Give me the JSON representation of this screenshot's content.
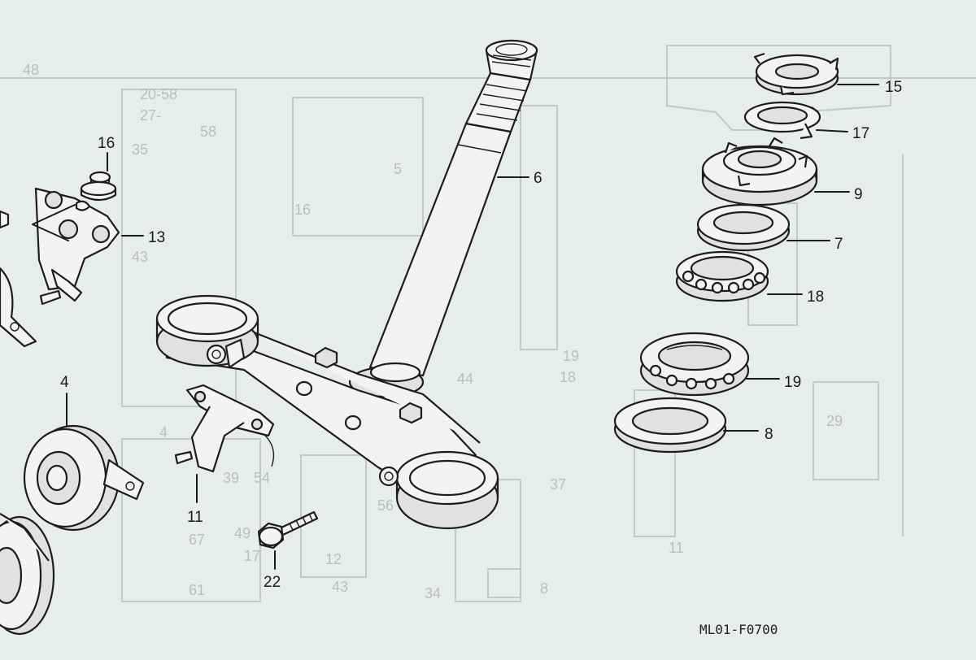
{
  "diagram": {
    "figure_code": "ML01-F0700",
    "callouts": {
      "c15": "15",
      "c17": "17",
      "c9": "9",
      "c7": "7",
      "c18": "18",
      "c19": "19",
      "c8": "8",
      "c6": "6",
      "c16": "16",
      "c13": "13",
      "c4": "4",
      "c11": "11",
      "c22": "22"
    },
    "background_ghost_text": {
      "g1": "48",
      "g2": "20-58",
      "g3": "27-",
      "g4": "58",
      "g5": "35",
      "g6": "43",
      "g7": "16",
      "g8": "5",
      "g9": "4",
      "g10": "19",
      "g11": "18",
      "g12": "44",
      "g13": "37",
      "g14": "29",
      "g15": "39",
      "g16": "54",
      "g17": "61",
      "g18": "17",
      "g19": "12",
      "g20": "34",
      "g21": "8",
      "g22": "11",
      "g23": "56",
      "g24": "49",
      "g25": "67",
      "g26": "43"
    }
  }
}
